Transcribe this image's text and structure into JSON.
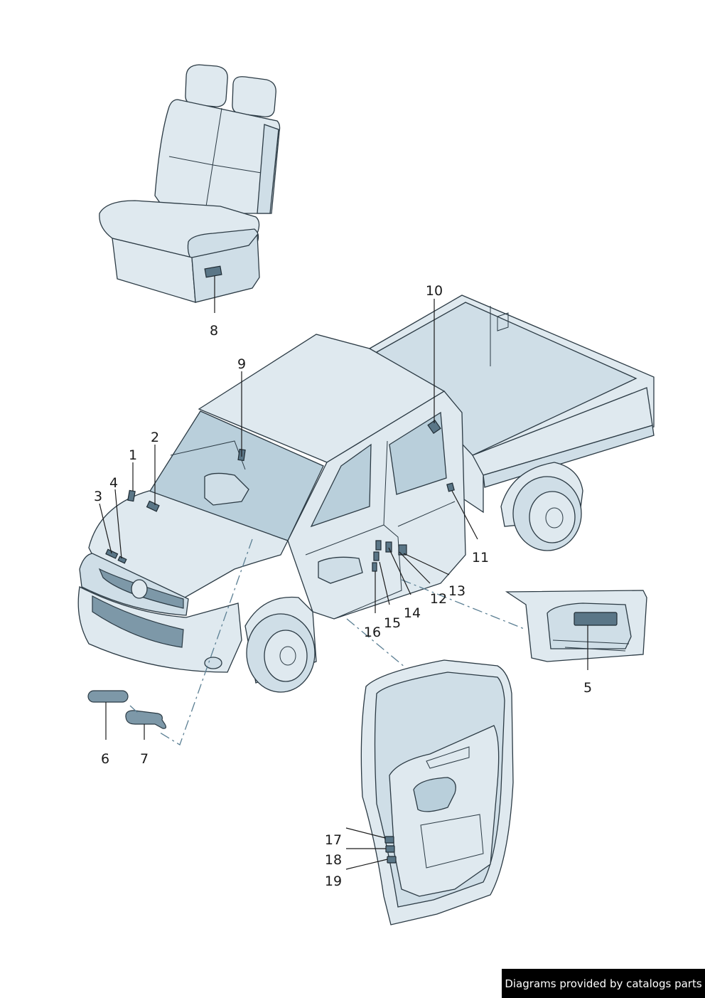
{
  "callouts": [
    {
      "id": "1",
      "label": "1"
    },
    {
      "id": "2",
      "label": "2"
    },
    {
      "id": "3",
      "label": "3"
    },
    {
      "id": "4",
      "label": "4"
    },
    {
      "id": "5",
      "label": "5"
    },
    {
      "id": "6",
      "label": "6"
    },
    {
      "id": "7",
      "label": "7"
    },
    {
      "id": "8",
      "label": "8"
    },
    {
      "id": "9",
      "label": "9"
    },
    {
      "id": "10",
      "label": "10"
    },
    {
      "id": "11",
      "label": "11"
    },
    {
      "id": "12",
      "label": "12"
    },
    {
      "id": "13",
      "label": "13"
    },
    {
      "id": "14",
      "label": "14"
    },
    {
      "id": "15",
      "label": "15"
    },
    {
      "id": "16",
      "label": "16"
    },
    {
      "id": "17",
      "label": "17"
    },
    {
      "id": "18",
      "label": "18"
    },
    {
      "id": "19",
      "label": "19"
    }
  ],
  "credit": "Diagrams provided by catalogs parts",
  "colors": {
    "line": "#2b3a44",
    "fill": "#dfe9ef",
    "label_fill": "#5a7687",
    "dash": "#5b7f93"
  }
}
